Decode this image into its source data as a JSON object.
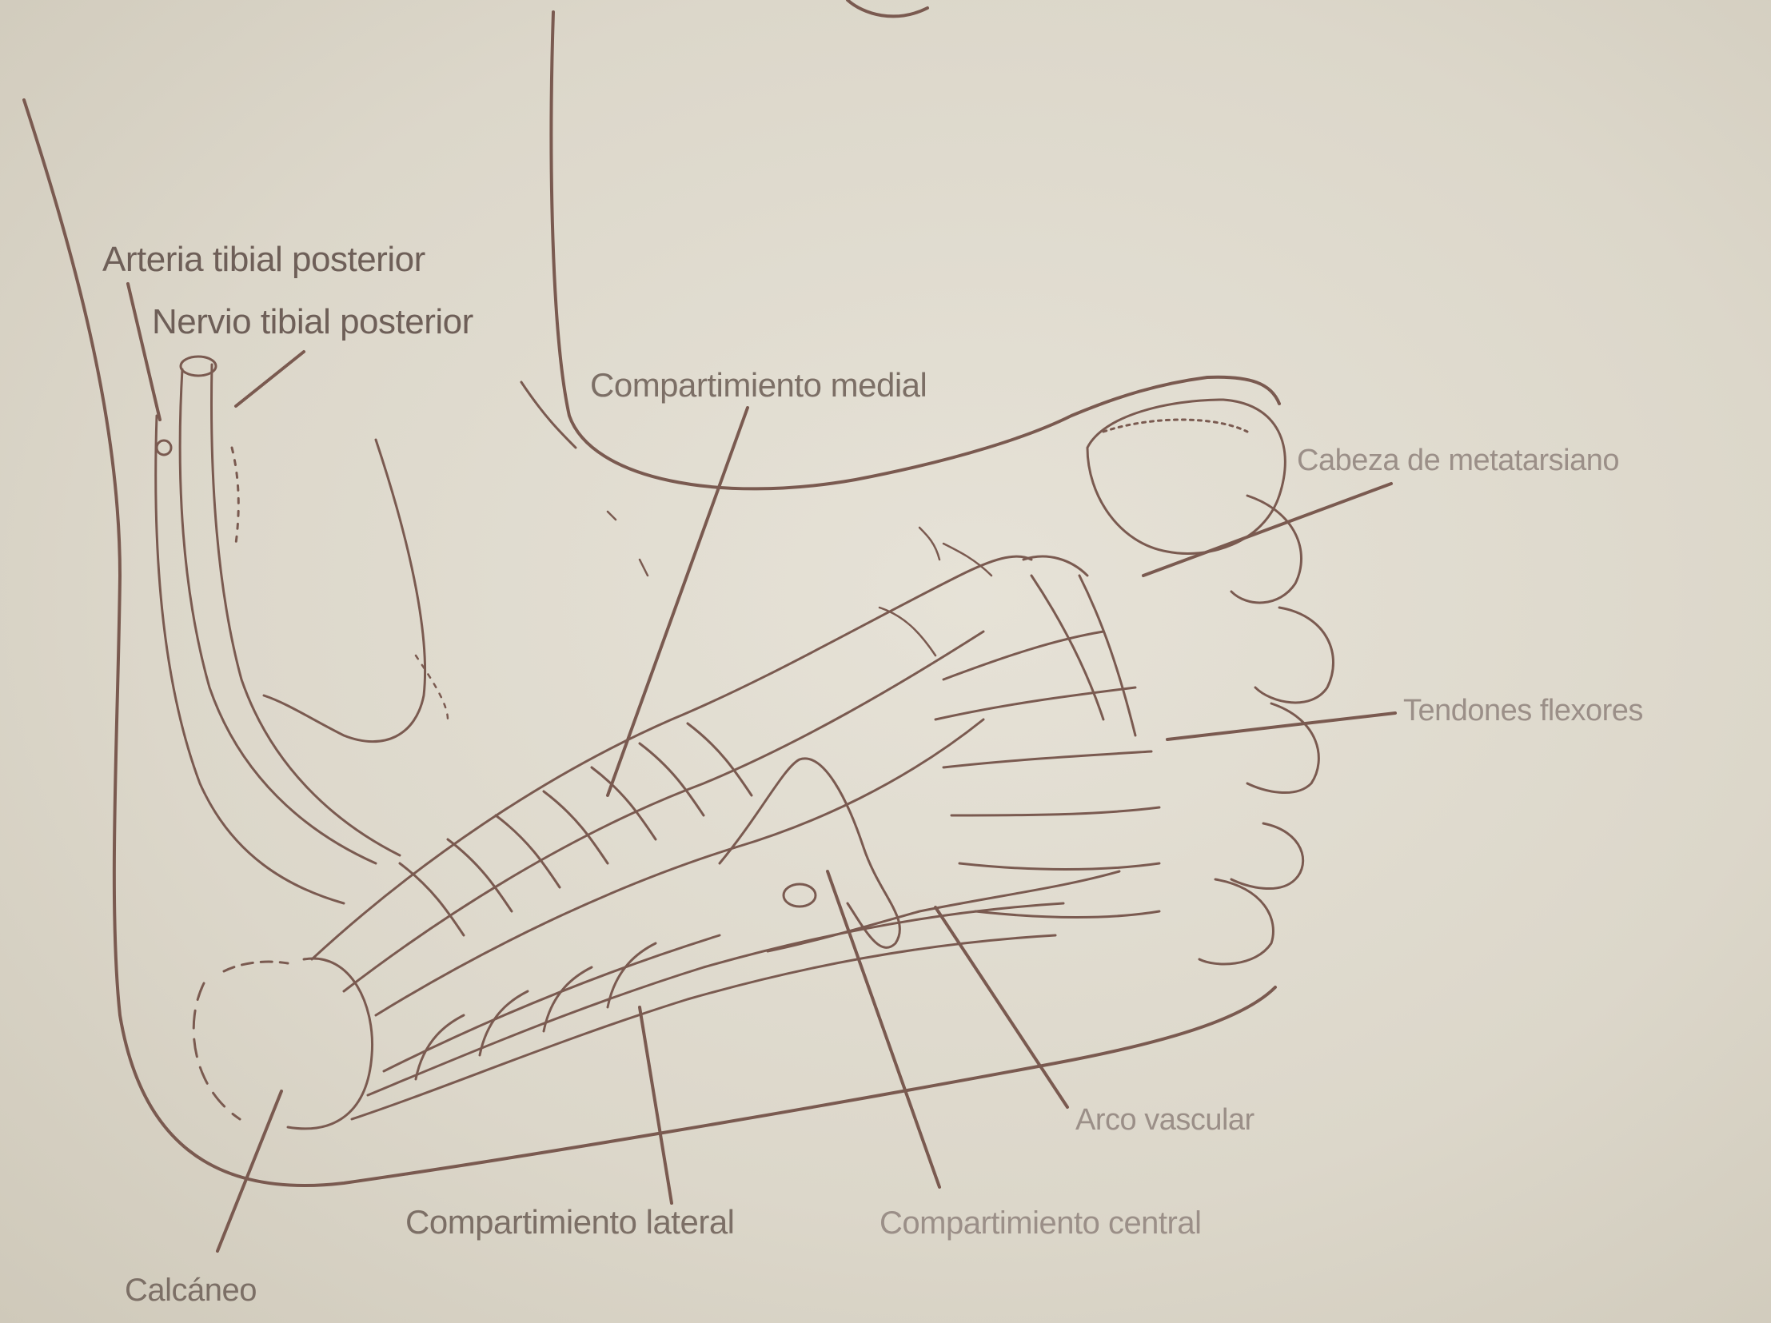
{
  "figure": {
    "labels": {
      "arteria_tibial_posterior": "Arteria tibial posterior",
      "nervio_tibial_posterior": "Nervio tibial posterior",
      "compartimiento_medial": "Compartimiento medial",
      "cabeza_de_metatarsiano": "Cabeza de metatarsiano",
      "tendones_flexores": "Tendones flexores",
      "arco_vascular": "Arco vascular",
      "compartimiento_central": "Compartimiento central",
      "compartimiento_lateral": "Compartimiento lateral",
      "calcaneo": "Calcáneo"
    },
    "colors": {
      "ink": "#7a5a50",
      "label_text": "#7c6f66",
      "paper": "#dcd7ca"
    }
  }
}
